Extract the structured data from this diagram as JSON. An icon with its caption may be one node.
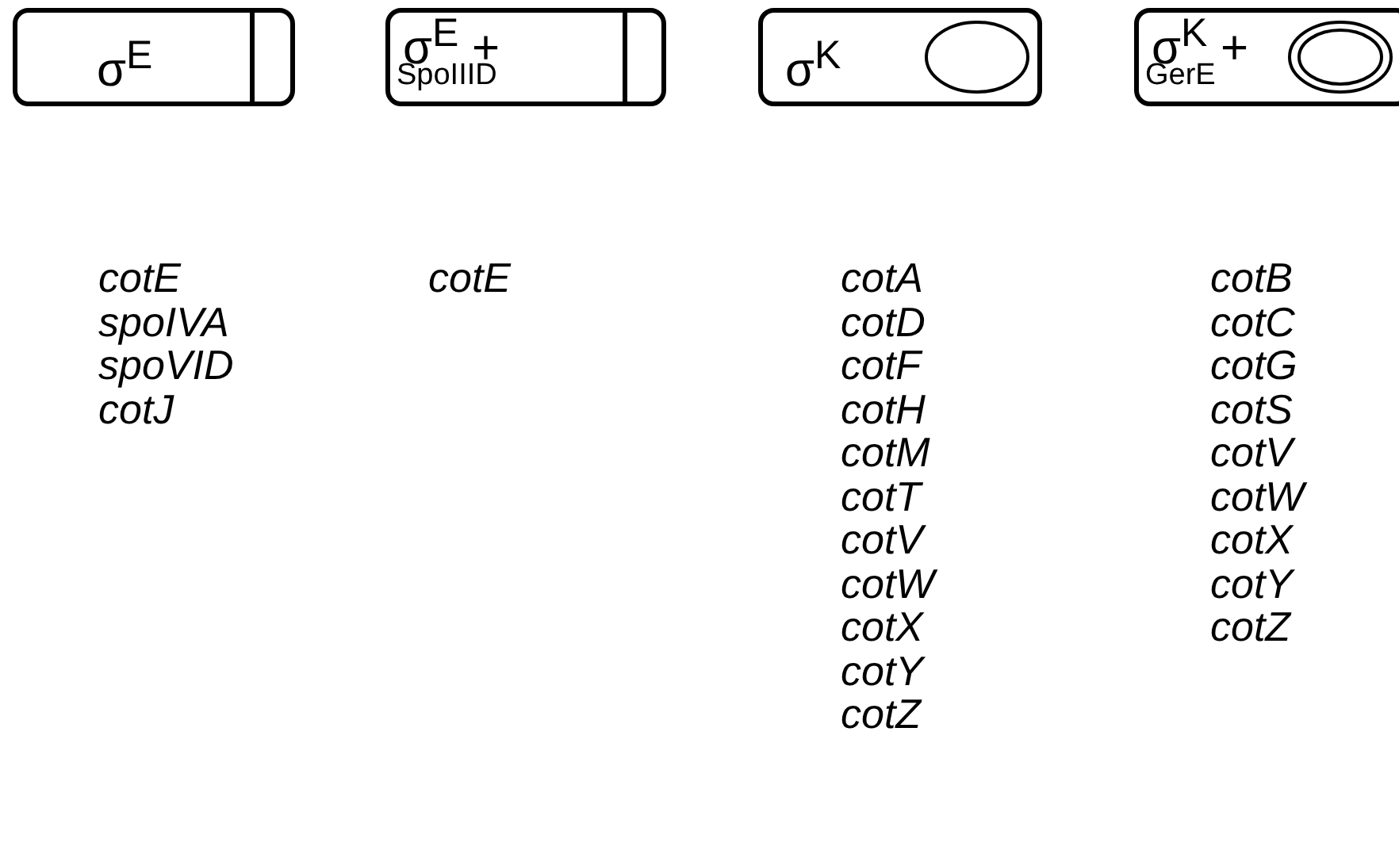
{
  "diagram": {
    "nodes": [
      {
        "text": [
          "σ$^{E}$"
        ],
        "beside": [
          "cotE",
          "spoIVA",
          "spoVID",
          "cotJ"
        ]
      },
      {
        "text": [
          "σ$^{E}$ +",
          "SpoIIID"
        ],
        "beside": [
          "cotE"
        ]
      },
      {
        "text": [
          "σ$^{K}$"
        ],
        "beside": [
          "cotA",
          "cotD",
          "cotF",
          "cotH",
          "cotM",
          "cotT",
          "cotV",
          "cotW",
          "cotX",
          "cotY",
          "cotZ"
        ]
      },
      {
        "text": [
          "σ$^{K}$ +",
          "GerE"
        ],
        "beside": [
          "cotB",
          "cotC",
          "cotG",
          "cotS",
          "cotV",
          "cotW",
          "cotX",
          "cotY",
          "cotZ"
        ]
      }
    ]
  }
}
